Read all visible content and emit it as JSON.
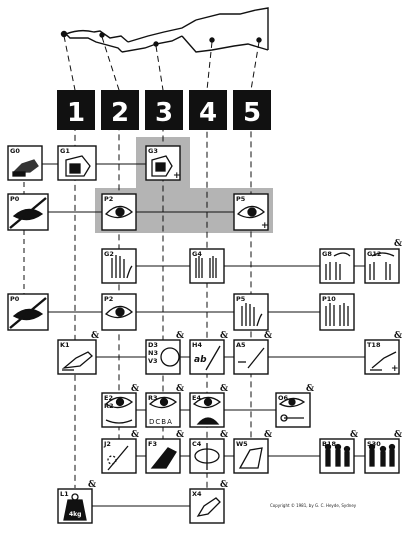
{
  "columns": [
    "1",
    "2",
    "3",
    "4",
    "5"
  ],
  "codes": {
    "G0": "G0",
    "G1": "G1",
    "G3": "G3",
    "P0a": "P0",
    "P2a": "P2",
    "P5a": "P5",
    "G2": "G2",
    "G4": "G4",
    "G8": "G8",
    "G12": "G12",
    "P0b": "P0",
    "P2b": "P2",
    "P5b": "P5",
    "P10": "P10",
    "K1": "K1",
    "D3": "D3",
    "N3": "N3",
    "V3": "V3",
    "H4": "H4",
    "A5": "A5",
    "T18": "T18",
    "E2": "E2",
    "R2": "R2",
    "R3": "R3",
    "E4": "E4",
    "O6": "O6",
    "J2": "J2",
    "F3": "F3",
    "C4": "C4",
    "W5": "W5",
    "B18": "B18",
    "S30": "S30",
    "L1": "L1",
    "X4": "X4"
  },
  "inline_text": {
    "ab": "ab",
    "dcba": "DCBA",
    "kg": "4kg",
    "plus": "+",
    "amp": "&"
  },
  "copyright": "Copyright © 1981, by G. C. Heyde, Sydney",
  "colors": {
    "ink": "#111111",
    "highlight": "#b4b4b4",
    "box_bg": "#ffffff"
  }
}
